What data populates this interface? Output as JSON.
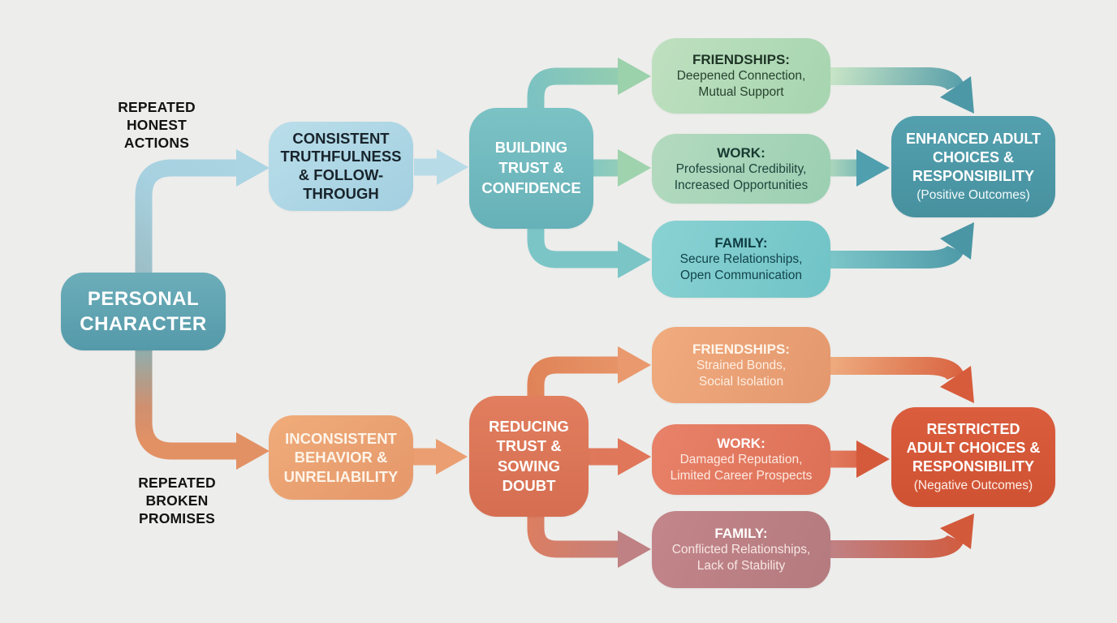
{
  "labels": {
    "top_input": "REPEATED\nHONEST\nACTIONS",
    "bottom_input": "REPEATED\nBROKEN\nPROMISES"
  },
  "nodes": {
    "personal": {
      "label": "PERSONAL\nCHARACTER"
    },
    "consistent": {
      "label": "CONSISTENT\nTRUTHFULNESS\n& FOLLOW-\nTHROUGH"
    },
    "building": {
      "label": "BUILDING\nTRUST &\nCONFIDENCE"
    },
    "friendships_pos": {
      "title": "FRIENDSHIPS:",
      "body": "Deepened Connection,\nMutual Support"
    },
    "work_pos": {
      "title": "WORK:",
      "body": "Professional Credibility,\nIncreased Opportunities"
    },
    "family_pos": {
      "title": "FAMILY:",
      "body": "Secure Relationships,\nOpen Communication"
    },
    "enhanced": {
      "title": "ENHANCED ADULT\nCHOICES &\nRESPONSIBILITY",
      "subtitle": "(Positive Outcomes)"
    },
    "inconsistent": {
      "label": "INCONSISTENT\nBEHAVIOR &\nUNRELIABILITY"
    },
    "reducing": {
      "label": "REDUCING\nTRUST &\nSOWING\nDOUBT"
    },
    "friendships_neg": {
      "title": "FRIENDSHIPS:",
      "body": "Strained Bonds,\nSocial Isolation"
    },
    "work_neg": {
      "title": "WORK:",
      "body": "Damaged Reputation,\nLimited Career Prospects"
    },
    "family_neg": {
      "title": "FAMILY:",
      "body": "Conflicted Relationships,\nLack of Stability"
    },
    "restricted": {
      "title": "RESTRICTED\nADULT CHOICES &\nRESPONSIBILITY",
      "subtitle": "(Negative Outcomes)"
    }
  },
  "colors": {
    "background": "#ededeb",
    "teal_dark": "#4f9dac",
    "teal": "#6fb9bf",
    "light_blue": "#a9d3e2",
    "green_light": "#b2dab9",
    "cyan": "#7ccccd",
    "orange": "#eba377",
    "salmon": "#dd7257",
    "red_orange": "#d55a3a",
    "mauve": "#bc7f82",
    "label_text": "#131313"
  }
}
